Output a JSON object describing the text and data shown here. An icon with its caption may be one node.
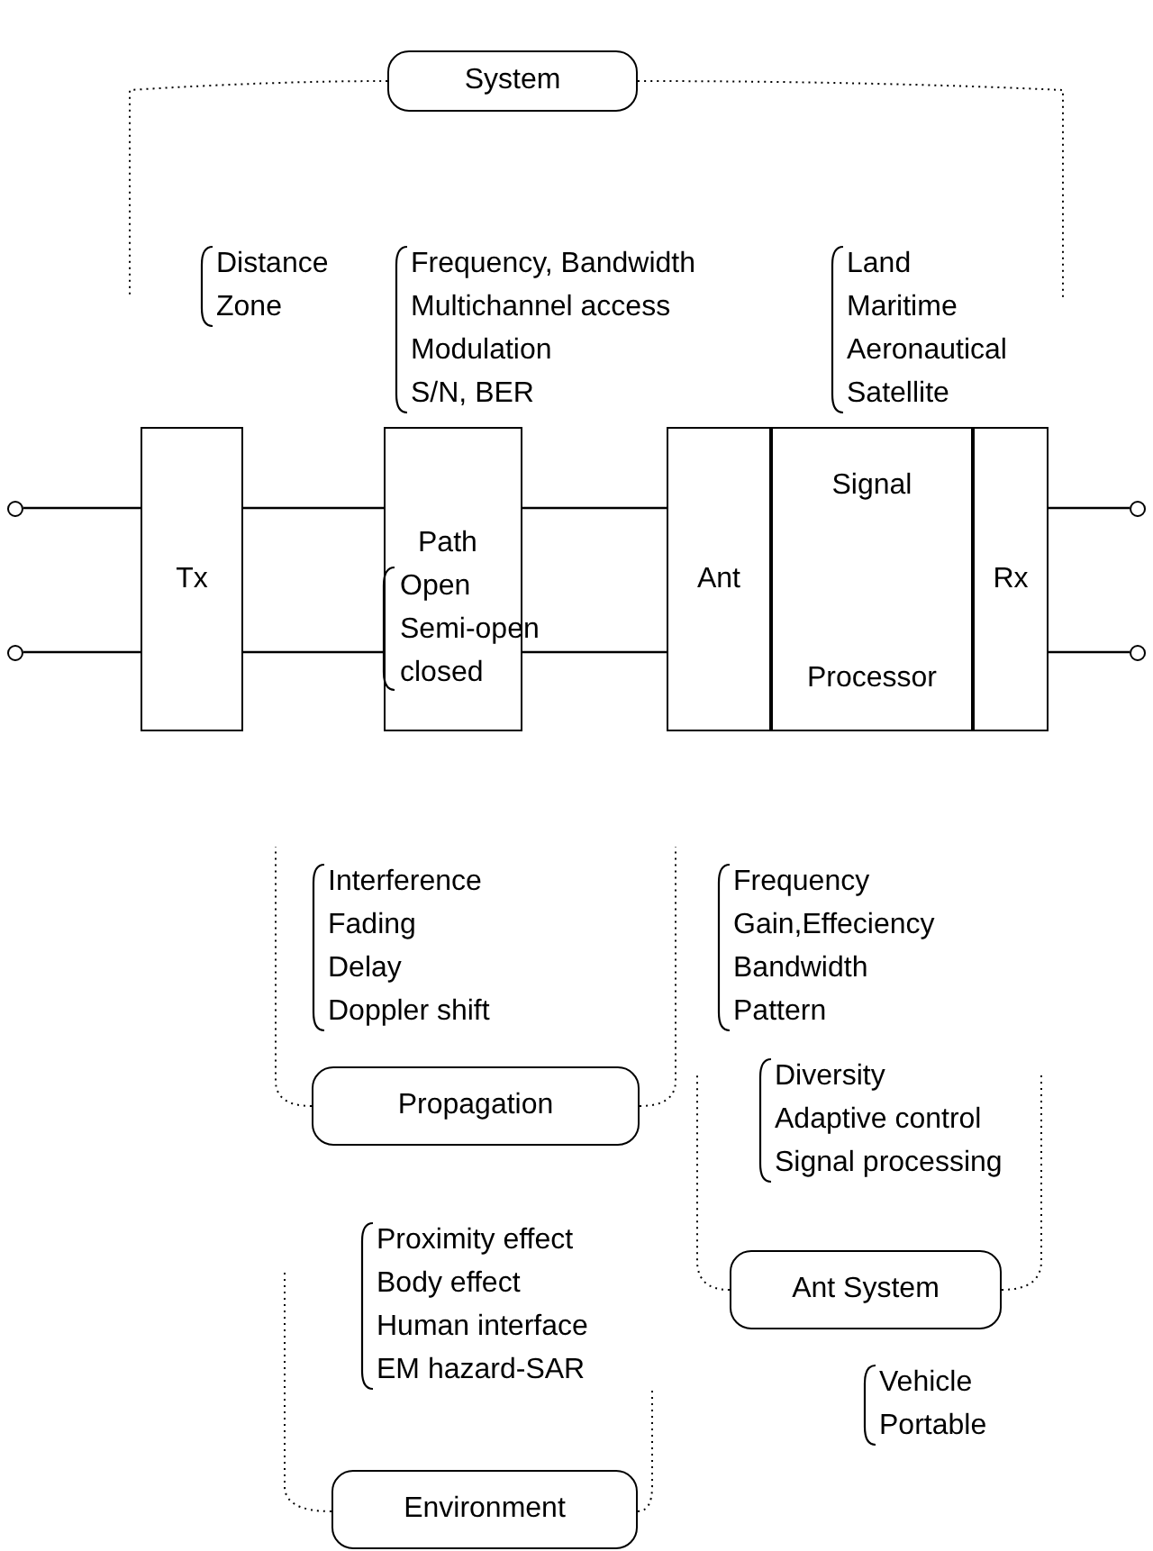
{
  "diagram": {
    "nodes": [
      {
        "text": [
          "System"
        ]
      },
      {
        "text": [],
        "shape": "circle"
      },
      {
        "text": [],
        "shape": "circle"
      },
      {
        "text": [
          "Tx"
        ]
      },
      {
        "text": [
          "Path",
          "Open Semi-open closed"
        ]
      },
      {
        "text": [
          "Ant"
        ]
      },
      {
        "text": [
          "Signal",
          "Processor"
        ]
      },
      {
        "text": [
          "Rx"
        ]
      },
      {
        "text": [],
        "shape": "circle"
      },
      {
        "text": [],
        "shape": "circle"
      },
      {
        "text": [
          "Propagation"
        ]
      },
      {
        "text": [
          "Ant System"
        ]
      },
      {
        "text": [
          "Environment"
        ]
      }
    ],
    "edges": [
      {
        "from": 1,
        "to": 3,
        "arrow": "none"
      },
      {
        "from": 2,
        "to": 3,
        "arrow": "none"
      },
      {
        "from": 3,
        "to": 4,
        "arrow": "none"
      },
      {
        "from": 3,
        "to": 4,
        "arrow": "none"
      },
      {
        "from": 4,
        "to": 5,
        "arrow": "none"
      },
      {
        "from": 4,
        "to": 5,
        "arrow": "none"
      },
      {
        "from": 7,
        "to": 8,
        "arrow": "none"
      },
      {
        "from": 7,
        "to": 9,
        "arrow": "none"
      }
    ],
    "labels": [
      "Distance",
      "Zone",
      "Frequency, Bandwidth",
      "Multichannel access",
      "Modulation",
      "S/N, BER",
      "Land",
      "Maritime",
      "Aeronautical",
      "Satellite",
      "Interference",
      "Fading",
      "Delay",
      "Doppler shift",
      "Frequency",
      "Gain,Effeciency",
      "Bandwidth",
      "Pattern",
      "Diversity",
      "Adaptive control",
      "Signal processing",
      "Proximity effect",
      "Body effect",
      "Human interface",
      "EM hazard-SAR",
      "Vehicle",
      "Portable"
    ]
  }
}
